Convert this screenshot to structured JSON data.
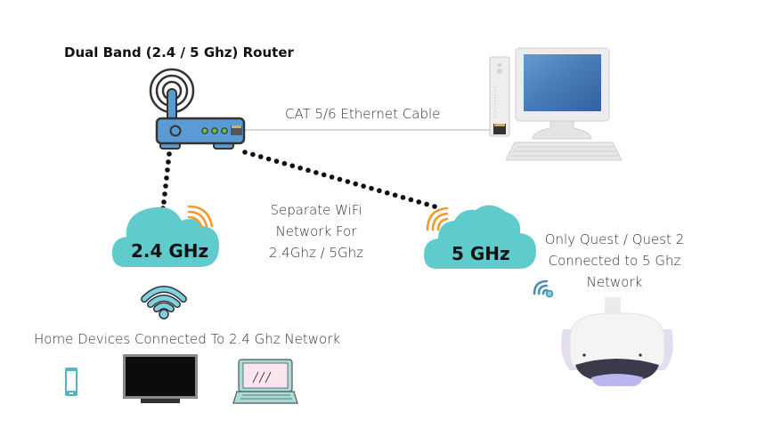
{
  "title": "Dual Band (2.4 / 5 Ghz) Router",
  "cable_label": "CAT 5/6 Ethernet Cable",
  "separate_label": [
    "Separate WiFi",
    "Network For",
    "2.4Ghz / 5Ghz"
  ],
  "quest_label": [
    "Only Quest / Quest 2",
    "Connected to 5 Ghz",
    "Network"
  ],
  "home_devices_label": "Home Devices Connected To 2.4 Ghz Network",
  "clouds": [
    {
      "label": "2.4 GHz"
    },
    {
      "label": "5 GHz"
    }
  ],
  "devices": {
    "router": "router-icon",
    "desktop": "desktop-computer-icon",
    "phone": "smartphone-icon",
    "tv": "television-icon",
    "laptop": "laptop-icon",
    "headset": "vr-headset-icon"
  },
  "colors": {
    "cloud": "#5fcbcc",
    "router_body": "#5b9bd5",
    "signal_orange": "#f39a2b",
    "wifi_blue": "#7fd0e0",
    "led_green": "#6abf3f",
    "monitor_blue": "#3b6fae"
  }
}
